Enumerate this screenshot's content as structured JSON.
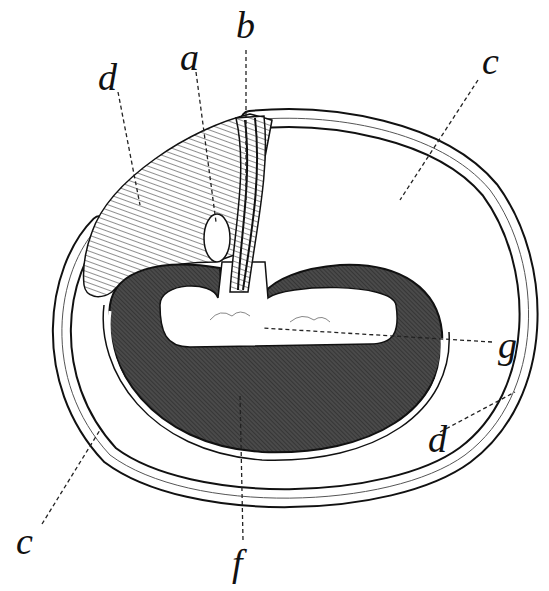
{
  "diagram": {
    "labels": [
      "a",
      "b",
      "d",
      "c",
      "g",
      "d",
      "c",
      "f"
    ]
  }
}
